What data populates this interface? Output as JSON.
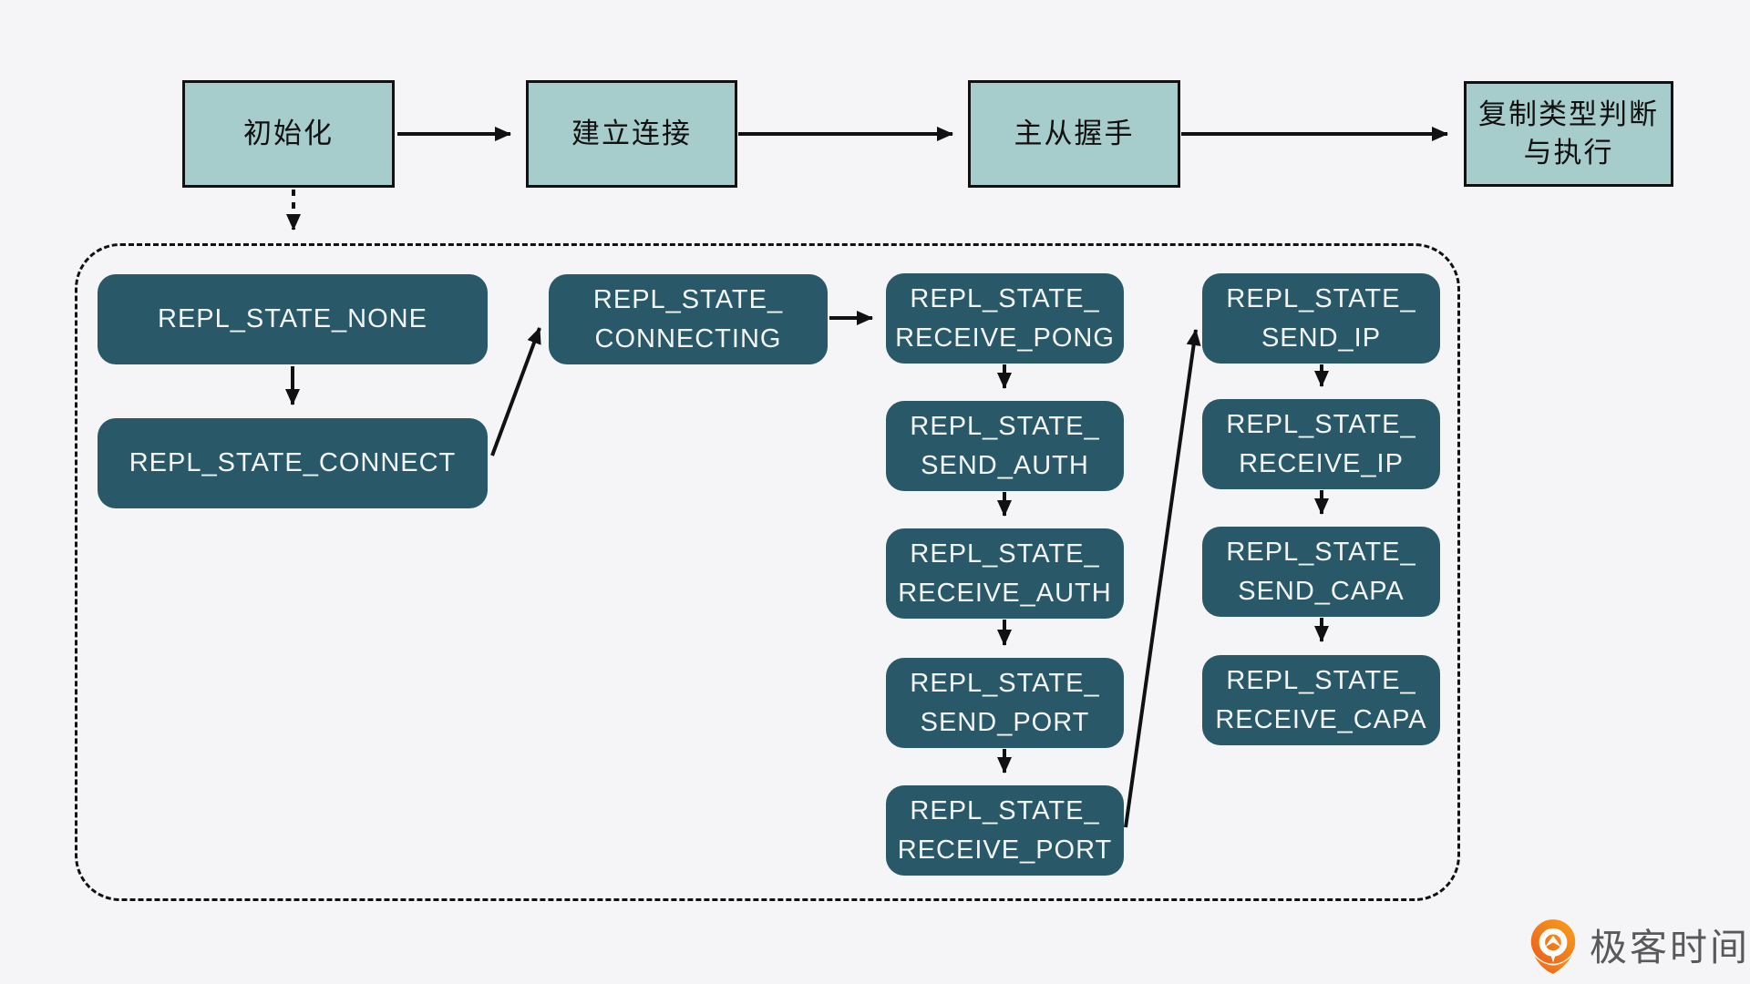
{
  "top_flow": [
    {
      "label": "初始化"
    },
    {
      "label": "建立连接"
    },
    {
      "label": "主从握手"
    },
    {
      "line1": "复制类型判断",
      "line2": "与执行"
    }
  ],
  "states": {
    "none": {
      "line1": "REPL_STATE_NONE"
    },
    "connect": {
      "line1": "REPL_STATE_CONNECT"
    },
    "connecting": {
      "line1": "REPL_STATE_",
      "line2": "CONNECTING"
    },
    "receive_pong": {
      "line1": "REPL_STATE_",
      "line2": "RECEIVE_PONG"
    },
    "send_auth": {
      "line1": "REPL_STATE_",
      "line2": "SEND_AUTH"
    },
    "receive_auth": {
      "line1": "REPL_STATE_",
      "line2": "RECEIVE_AUTH"
    },
    "send_port": {
      "line1": "REPL_STATE_",
      "line2": "SEND_PORT"
    },
    "receive_port": {
      "line1": "REPL_STATE_",
      "line2": "RECEIVE_PORT"
    },
    "send_ip": {
      "line1": "REPL_STATE_",
      "line2": "SEND_IP"
    },
    "receive_ip": {
      "line1": "REPL_STATE_",
      "line2": "RECEIVE_IP"
    },
    "send_capa": {
      "line1": "REPL_STATE_",
      "line2": "SEND_CAPA"
    },
    "receive_capa": {
      "line1": "REPL_STATE_",
      "line2": "RECEIVE_CAPA"
    }
  },
  "logo": {
    "text": "极客时间"
  },
  "colors": {
    "background": "#f5f5f7",
    "light_box": "#a6cccb",
    "dark_box": "#295968",
    "line": "#111111",
    "logo_orange": "#f07c1e",
    "logo_text": "#595959"
  }
}
